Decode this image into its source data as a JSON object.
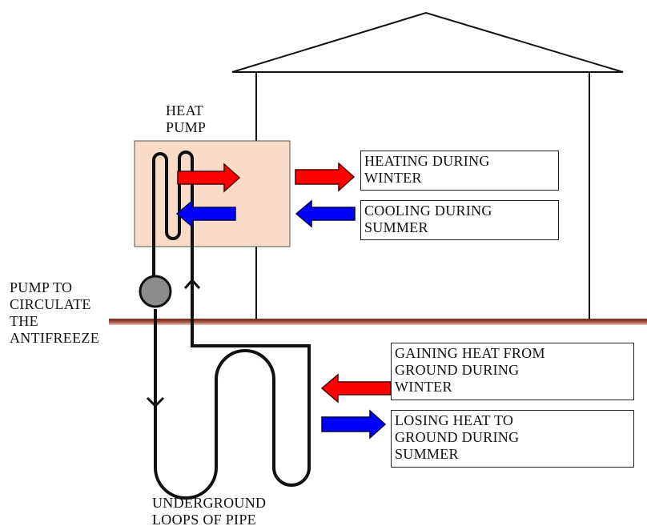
{
  "labels": {
    "heat_pump": [
      "HEAT",
      "PUMP"
    ],
    "pump": [
      "PUMP TO",
      "CIRCULATE",
      "THE",
      "ANTIFREEZE"
    ],
    "underground": [
      "UNDERGROUND",
      "LOOPS OF PIPE"
    ],
    "heating_winter": [
      "HEATING DURING",
      "WINTER"
    ],
    "cooling_summer": [
      "COOLING DURING",
      "SUMMER"
    ],
    "gaining_heat": [
      "GAINING HEAT FROM",
      "GROUND DURING",
      "WINTER"
    ],
    "losing_heat": [
      "LOSING HEAT TO",
      "GROUND DURING",
      "SUMMER"
    ]
  },
  "colors": {
    "heat_pump_box": "#f9dcc8",
    "warm_arrow": "#ff0000",
    "cool_arrow": "#0000ff",
    "ground_line": "#8b3a2a",
    "pump_circle": "#8c8c8c",
    "pipe": "#111111"
  }
}
